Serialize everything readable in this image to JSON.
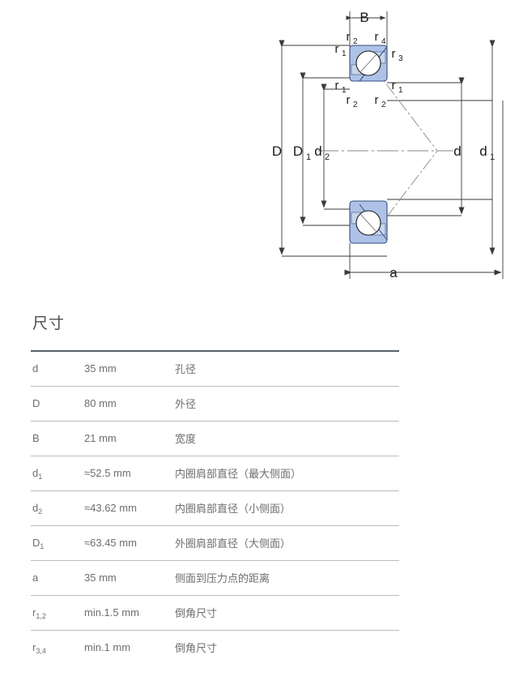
{
  "drawing": {
    "name": "angular-contact-ball-bearing-cross-section",
    "labels": {
      "B": "B",
      "a": "a",
      "D": "D",
      "D1": "D",
      "D1_sub": "1",
      "d2": "d",
      "d2_sub": "2",
      "d": "d",
      "d1": "d",
      "d1_sub": "1",
      "r1": "r",
      "r1_sub": "1",
      "r2": "r",
      "r2_sub": "2",
      "r3": "r",
      "r3_sub": "3",
      "r4": "r",
      "r4_sub": "4"
    },
    "colors": {
      "ring_fill": "#aec2e8",
      "ring_stroke": "#2f4f7f",
      "line": "#3a3a3a",
      "centerline": "#8a8a8a",
      "ball_fill": "#ffffff"
    }
  },
  "table": {
    "title": "尺寸",
    "rows": [
      {
        "symbol": "d",
        "sub": "",
        "value": "35 mm",
        "description": "孔径"
      },
      {
        "symbol": "D",
        "sub": "",
        "value": "80 mm",
        "description": "外径"
      },
      {
        "symbol": "B",
        "sub": "",
        "value": "21 mm",
        "description": "宽度"
      },
      {
        "symbol": "d",
        "sub": "1",
        "value": "≈52.5 mm",
        "description": "内圈肩部直径（最大侧面）"
      },
      {
        "symbol": "d",
        "sub": "2",
        "value": "≈43.62 mm",
        "description": "内圈肩部直径（小侧面）"
      },
      {
        "symbol": "D",
        "sub": "1",
        "value": "≈63.45 mm",
        "description": "外圈肩部直径（大侧面）"
      },
      {
        "symbol": "a",
        "sub": "",
        "value": "35 mm",
        "description": "侧面到压力点的距离"
      },
      {
        "symbol": "r",
        "sub": "1,2",
        "value": "min.1.5 mm",
        "description": "倒角尺寸"
      },
      {
        "symbol": "r",
        "sub": "3,4",
        "value": "min.1 mm",
        "description": "倒角尺寸"
      }
    ]
  }
}
